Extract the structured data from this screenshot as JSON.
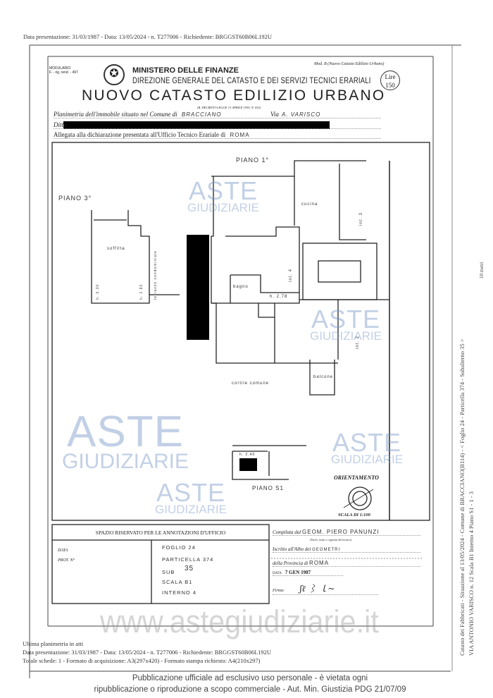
{
  "header_line": "Data presentazione: 31/03/1987 - Data: 13/05/2024 - n. T277006 - Richiedente: BRGGST60B06L192U",
  "form": {
    "modulario": "MODULARIO\nF. - rig. rend. - 497",
    "ministry": "MINISTERO DELLE FINANZE",
    "direction": "DIREZIONE GENERALE DEL CATASTO E DEI SERVIZI TECNICI ERARIALI",
    "model": "Mod. B (Nuovo Catasto Edilizio Urbano)",
    "stamp": "Lire 150",
    "title": "NUOVO CATASTO EDILIZIO URBANO",
    "decree": "(R. DECRETO-LEGGE 13 APRILE 1939, N. 652)",
    "planimetria_label": "Planimetria dell'immobile situato nel Comune di",
    "comune": "BRACCIANO",
    "via_label": "Via",
    "via": "A. VARISCO",
    "ditta_label": "Ditta",
    "allegata_label": "Allegata alla dichiarazione presentata all'Ufficio Tecnico Erariale di",
    "ufficio": "ROMA"
  },
  "plan": {
    "piano1": "PIANO 1°",
    "piano3": "PIANO 3°",
    "pianoS1": "PIANO S1",
    "rooms": {
      "cucina": "cucina",
      "bagno": "bagno",
      "int3": "int. 3",
      "int4": "int. 4",
      "int2": "int. 2",
      "h278": "h. 2.78",
      "balcone": "balcone",
      "cortile": "cortile comune",
      "soffitta": "soffitta",
      "h030": "h. 0.30",
      "h180": "h. 1.80",
      "terrazzo": "terrazzo condominiale",
      "h240": "h. 2.40"
    },
    "orientamento": "ORIENTAMENTO",
    "scala": "SCALA DI 1:100"
  },
  "office": {
    "title": "SPAZIO RISERVATO PER LE ANNOTAZIONI D'UFFICIO",
    "data_label": "DATA",
    "prot_label": "PROT. N°",
    "foglio": "FOGLIO 24",
    "particella": "PARTICELLA 374",
    "sub": "SUB",
    "sub_value": "35",
    "scala": "SCALA B1",
    "interno": "INTERNO 4"
  },
  "compiler": {
    "compilata_label": "Compilata dal",
    "name": "GEOM. PIERO PANUNZI",
    "note": "(Titolo, nome e cognome del tecnico)",
    "albo_label": "Iscritto all'Albo dei",
    "albo": "GEOMETRI",
    "provincia_label": "della Provincia di",
    "provincia": "ROMA",
    "data_label": "DATA",
    "data": "7 GEN 1987",
    "firma_label": "Firma:"
  },
  "side_text": {
    "line1": "Catasto dei Fabbricati - Situazione al 13/05/2024 - Comune di BRACCIANO(B114) - < Foglio 24 - Particella 374 - Subalterno 35 >",
    "line2": "VIA ANTONIO VARISCO n. 12  Scala B1 Interno 4 Piano S1 - 1 - 3",
    "scale_mark": "10 metri"
  },
  "footer": {
    "ultima": "Ultima planimetria in atti",
    "line1": "Data presentazione: 31/03/1987 - Data: 13/05/2024 - n. T277006 - Richiedente: BRGGST60B06L192U",
    "line2": "Totale schede: 1 - Formato di acquisizione: A3(297x420) - Formato stampa richiesto: A4(210x297)"
  },
  "watermark": {
    "aste": "ASTE",
    "giudiziarie": "GIUDIZIARIE",
    "site": "www.astegiudiziarie.it",
    "notice1": "Pubblicazione ufficiale ad esclusivo uso personale - è vietata ogni",
    "notice2": "ripubblicazione o riproduzione a scopo commerciale - Aut. Min. Giustizia PDG 21/07/09"
  }
}
